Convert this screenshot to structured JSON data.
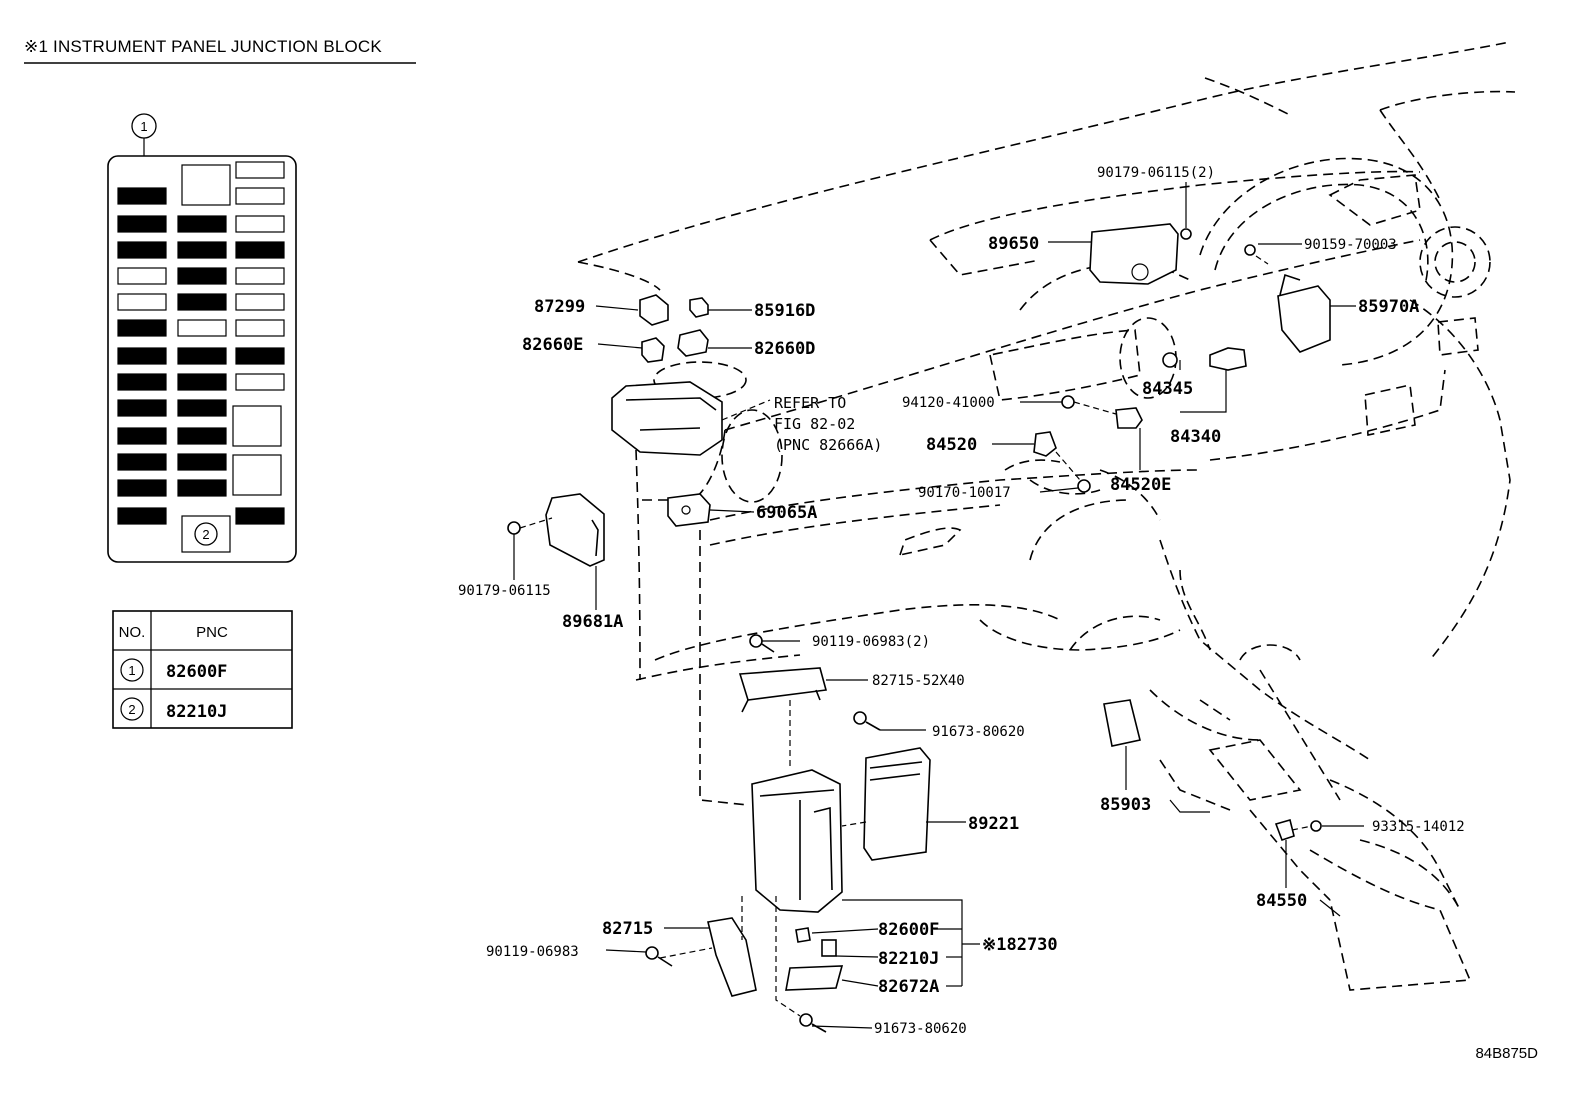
{
  "header": {
    "title": "※1 INSTRUMENT PANEL JUNCTION BLOCK"
  },
  "junction_block": {
    "top_callout": "1",
    "bottom_callout": "2"
  },
  "pnc_table": {
    "col_no": "NO.",
    "col_pnc": "PNC",
    "rows": [
      {
        "no": "1",
        "pnc": "82600F"
      },
      {
        "no": "2",
        "pnc": "82210J"
      }
    ]
  },
  "labels": {
    "l_87299": "87299",
    "l_85916D": "85916D",
    "l_82660E": "82660E",
    "l_82660D": "82660D",
    "refer_1": "REFER TO",
    "refer_2": "FIG 82-02",
    "refer_3": "(PNC 82666A)",
    "l_69065A": "69065A",
    "l_90179_06115": "90179-06115",
    "l_89681A": "89681A",
    "l_90179_06115_2": "90179-06115(2)",
    "l_89650": "89650",
    "l_90159_70003": "90159-70003",
    "l_85970A": "85970A",
    "l_94120_41000": "94120-41000",
    "l_84345": "84345",
    "l_84340": "84340",
    "l_84520": "84520",
    "l_84520E": "84520E",
    "l_90170_10017": "90170-10017",
    "l_90119_06983_2": "90119-06983(2)",
    "l_82715_52X40": "82715-52X40",
    "l_91673_80620_a": "91673-80620",
    "l_89221": "89221",
    "l_85903": "85903",
    "l_93315_14012": "93315-14012",
    "l_84550": "84550",
    "l_82715": "82715",
    "l_90119_06983": "90119-06983",
    "l_82600F": "82600F",
    "l_82210J": "82210J",
    "l_82672A": "82672A",
    "l_82730": "※182730",
    "l_91673_80620_b": "91673-80620"
  },
  "footer": {
    "code": "84B875D"
  }
}
